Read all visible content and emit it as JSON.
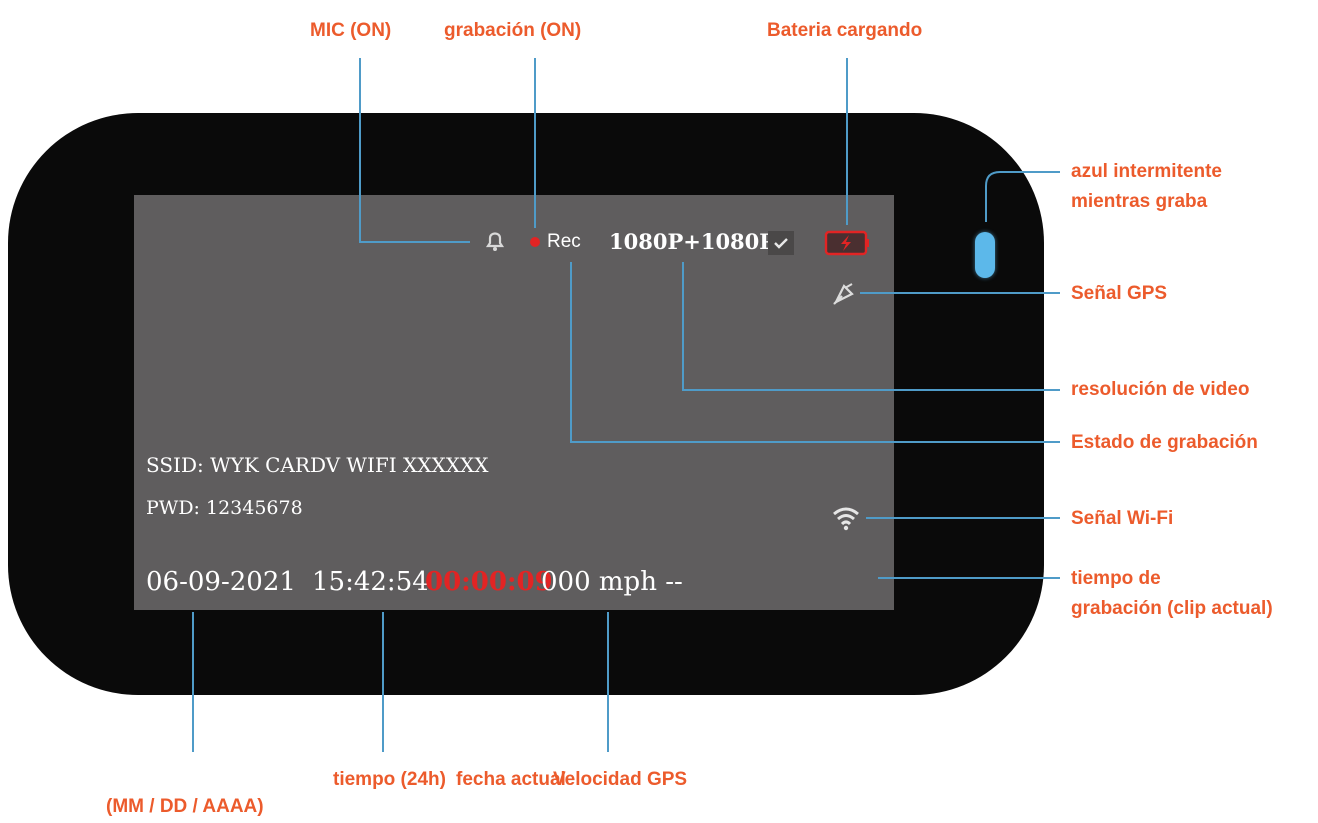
{
  "osd": {
    "rec_label": "Rec",
    "resolution": "1080P+1080P",
    "ssid": "SSID: WYK CARDV WIFI XXXXXX",
    "pwd": "PWD: 12345678",
    "date": "06-09-2021",
    "time": "15:42:54",
    "clip_time": "00:00:09",
    "speed": "000 mph --"
  },
  "annotations": {
    "mic": "MIC (ON)",
    "recording": "grabación (ON)",
    "battery": "Bateria cargando",
    "led_line1": "azul intermitente",
    "led_line2": "mientras graba",
    "gps_signal": "Señal GPS",
    "video_resolution": "resolución de video",
    "recording_status": "Estado de grabación",
    "wifi_signal": "Señal Wi-Fi",
    "clip_time_line1": "tiempo de",
    "clip_time_line2": "grabación (clip actual)",
    "current_date": "fecha actual",
    "date_format": "(MM / DD / AAAA)",
    "time_24h": "tiempo (24h)",
    "gps_speed": "Velocidad GPS"
  },
  "icons": {
    "mic": "microphone-icon",
    "rec_dot": "record-dot-icon",
    "check": "check-icon",
    "battery": "battery-charging-icon",
    "gps": "gps-satellite-icon",
    "wifi": "wifi-icon"
  },
  "colors": {
    "annotation": "#ec5b2c",
    "leader_line": "#4f9bc8",
    "led": "#5cb8ea",
    "rec_dot": "#e22424",
    "clip_time": "#e22424",
    "battery": "#e22424",
    "screen": "#5f5d5e",
    "device": "#0a0a0a"
  }
}
